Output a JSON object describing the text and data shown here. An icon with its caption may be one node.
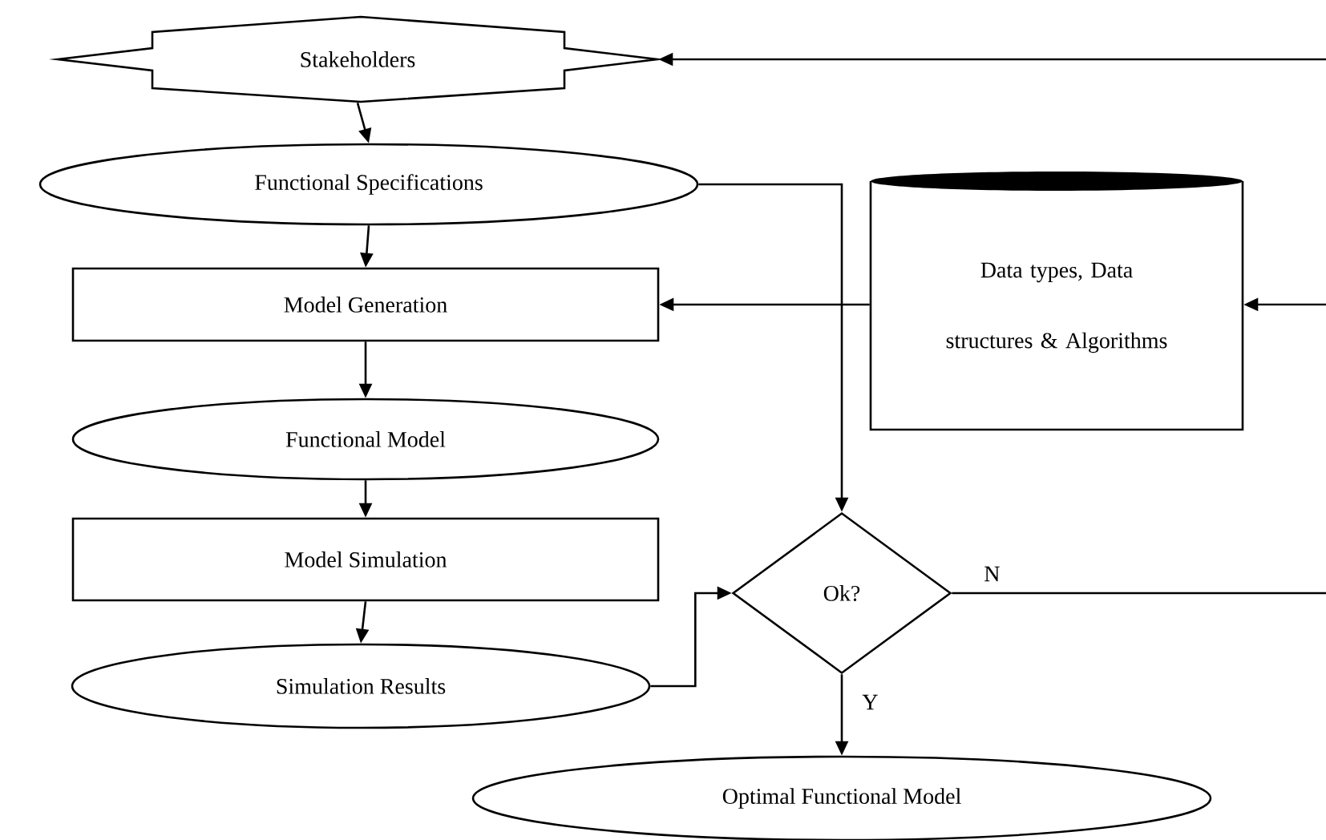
{
  "diagram": {
    "nodes": [
      {
        "text": [
          "Stakeholders"
        ]
      },
      {
        "text": [
          "Functional Specifications"
        ]
      },
      {
        "text": [
          "Model Generation"
        ]
      },
      {
        "text": [
          "Functional Model"
        ]
      },
      {
        "text": [
          "Model Simulation"
        ]
      },
      {
        "text": [
          "Simulation Results"
        ]
      },
      {
        "text": [
          "Ok?"
        ]
      },
      {
        "text": [
          "Optimal Functional Model"
        ]
      },
      {
        "text": [
          "Data types, Data structures & Algorithms"
        ]
      }
    ],
    "edges": [
      {
        "from": 0,
        "to": 1,
        "arrow": "to"
      },
      {
        "from": 1,
        "to": 2,
        "arrow": "to"
      },
      {
        "from": 2,
        "to": 3,
        "arrow": "to"
      },
      {
        "from": 3,
        "to": 4,
        "arrow": "to"
      },
      {
        "from": 4,
        "to": 5,
        "arrow": "to"
      },
      {
        "from": 1,
        "to": 6,
        "arrow": "to"
      },
      {
        "from": 8,
        "to": 2,
        "arrow": "to"
      },
      {
        "from": 5,
        "to": 6,
        "arrow": "to"
      },
      {
        "from": 6,
        "to": 7,
        "arrow": "to",
        "label": "Y"
      },
      {
        "from": 6,
        "to": null,
        "arrow": "none",
        "label": "N"
      },
      {
        "from": null,
        "to": 0,
        "arrow": "to"
      },
      {
        "from": null,
        "to": 8,
        "arrow": "to"
      }
    ]
  }
}
